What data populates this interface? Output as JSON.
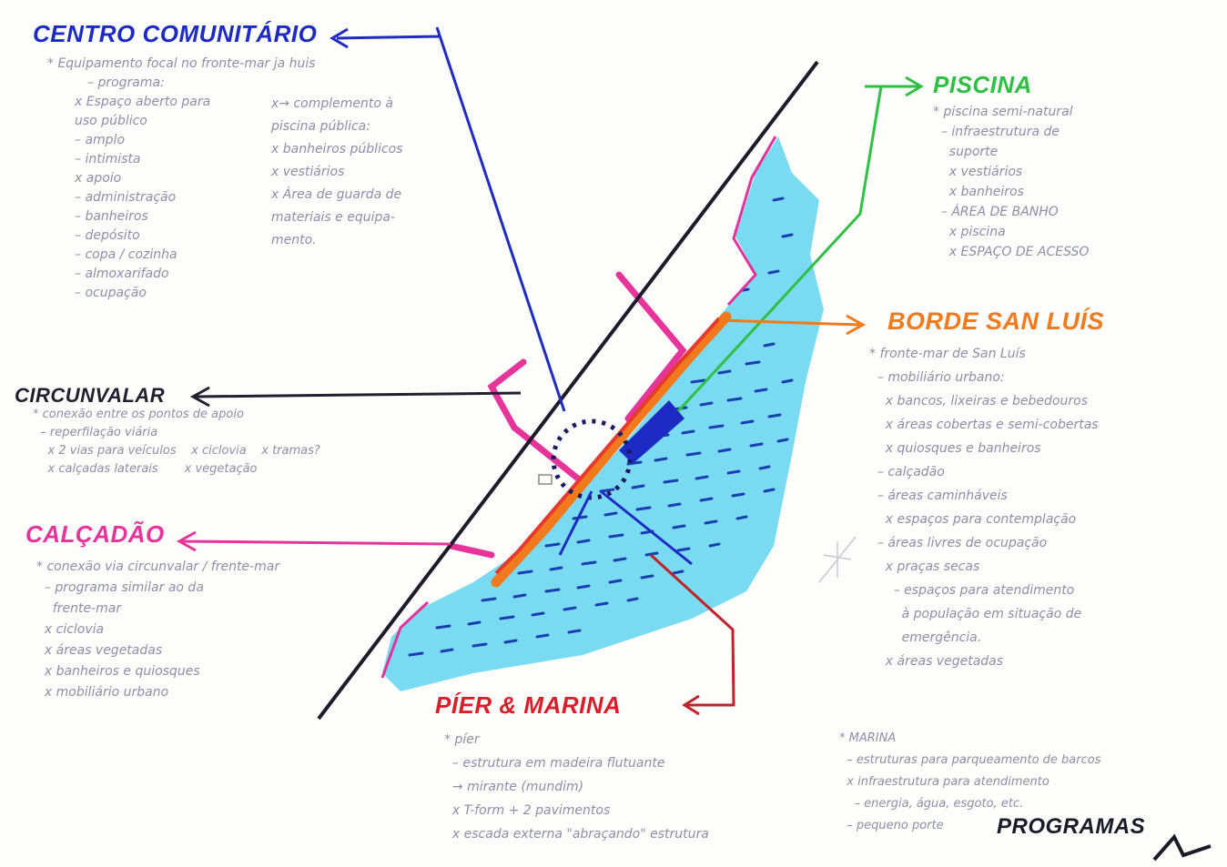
{
  "colors": {
    "centro": "#1d2bc4",
    "piscina": "#2fbf45",
    "borde": "#f07a1c",
    "circunvalar": "#222030",
    "calcadao": "#e6349a",
    "pier": "#d81e28",
    "water_light": "#5fd3ee",
    "water_dark": "#1a3fb0",
    "note": "#8e8ea8"
  },
  "centro": {
    "title": "CENTRO COMUNITÁRIO",
    "lines": [
      "* Equipamento focal no fronte-mar ja huis",
      "– programa:",
      "x Espaço aberto para",
      "  uso público",
      "  – amplo",
      "  – intimista",
      "x apoio",
      "  – administração",
      "  – banheiros",
      "  – depósito",
      "  – copa / cozinha",
      "  – almoxarifado",
      "  – ocupação"
    ],
    "lines2": [
      "x→ complemento à",
      "  piscina pública:",
      "x banheiros públicos",
      "x vestiários",
      "x Área de guarda de",
      "  materiais e equipa-",
      "  mento."
    ]
  },
  "piscina": {
    "title": "PISCINA",
    "lines": [
      "* piscina semi-natural",
      "  – infraestrutura de",
      "    suporte",
      "    x vestiários",
      "    x banheiros",
      "  – ÁREA DE BANHO",
      "    x piscina",
      "    x ESPAÇO DE ACESSO"
    ]
  },
  "borde": {
    "title": "BORDE SAN LUÍS",
    "lines": [
      "* fronte-mar de San Luís",
      "  – mobiliário urbano:",
      "    x bancos, lixeiras e bebedouros",
      "    x áreas cobertas e semi-cobertas",
      "    x quiosques e banheiros",
      "  – calçadão",
      "  – áreas caminháveis",
      "    x espaços para contemplação",
      "  – áreas livres de ocupação",
      "    x praças secas",
      "      – espaços para atendimento",
      "        à população em situação de",
      "        emergência.",
      "    x áreas vegetadas"
    ]
  },
  "circunvalar": {
    "title": "CIRCUNVALAR",
    "lines": [
      "* conexão entre os pontos de apoio",
      "  – reperfilação viária",
      "    x 2 vias para veículos    x ciclovia    x tramas?",
      "    x calçadas laterais       x vegetação"
    ]
  },
  "calcadao": {
    "title": "CALÇADÃO",
    "lines": [
      "* conexão via circunvalar / frente-mar",
      "  – programa similar ao da",
      "    frente-mar",
      "  x ciclovia",
      "  x áreas vegetadas",
      "  x banheiros e quiosques",
      "  x mobiliário urbano"
    ]
  },
  "pier": {
    "title": "PÍER & MARINA",
    "lines": [
      "* píer",
      "  – estrutura em madeira flutuante",
      "  → mirante (mundim)",
      "  x T-form + 2 pavimentos",
      "  x escada externa \"abraçando\" estrutura"
    ],
    "marina_lines": [
      "* MARINA",
      "  – estruturas para parqueamento de barcos",
      "  x infraestrutura para atendimento",
      "    – energia, água, esgoto, etc.",
      "  – pequeno porte"
    ]
  },
  "programas": {
    "title": "PROGRAMAS"
  }
}
